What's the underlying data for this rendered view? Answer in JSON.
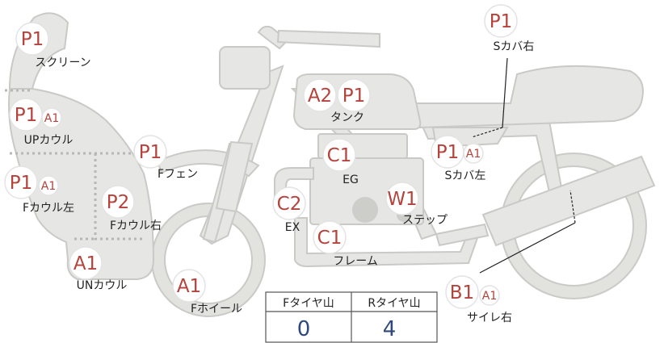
{
  "parts": [
    {
      "id": "screen",
      "label": "スクリーン",
      "grades": [
        "P1"
      ]
    },
    {
      "id": "up_cowl",
      "label": "UPカウル",
      "grades": [
        "P1",
        "A1"
      ]
    },
    {
      "id": "f_cowl_l",
      "label": "Fカウル左",
      "grades": [
        "P1",
        "A1"
      ]
    },
    {
      "id": "f_cowl_r",
      "label": "Fカウル右",
      "grades": [
        "P2"
      ]
    },
    {
      "id": "un_cowl",
      "label": "UNカウル",
      "grades": [
        "A1"
      ]
    },
    {
      "id": "f_wheel",
      "label": "Fホイール",
      "grades": [
        "A1"
      ]
    },
    {
      "id": "f_fender",
      "label": "Fフェン",
      "grades": [
        "P1"
      ]
    },
    {
      "id": "tank",
      "label": "タンク",
      "grades": [
        "A2",
        "P1"
      ]
    },
    {
      "id": "eg",
      "label": "EG",
      "grades": [
        "C1"
      ]
    },
    {
      "id": "ex",
      "label": "EX",
      "grades": [
        "C2"
      ]
    },
    {
      "id": "frame",
      "label": "フレーム",
      "grades": [
        "C1"
      ]
    },
    {
      "id": "step",
      "label": "ステップ",
      "grades": [
        "W1"
      ]
    },
    {
      "id": "s_cover_l",
      "label": "Sカバ左",
      "grades": [
        "P1",
        "A1"
      ]
    },
    {
      "id": "s_cover_r",
      "label": "Sカバ右",
      "grades": [
        "P1"
      ]
    },
    {
      "id": "silencer_r",
      "label": "サイレ右",
      "grades": [
        "B1",
        "A1"
      ]
    }
  ],
  "tire_table": {
    "headers": [
      "Fタイヤ山",
      "Rタイヤ山"
    ],
    "values": [
      "0",
      "4"
    ]
  }
}
